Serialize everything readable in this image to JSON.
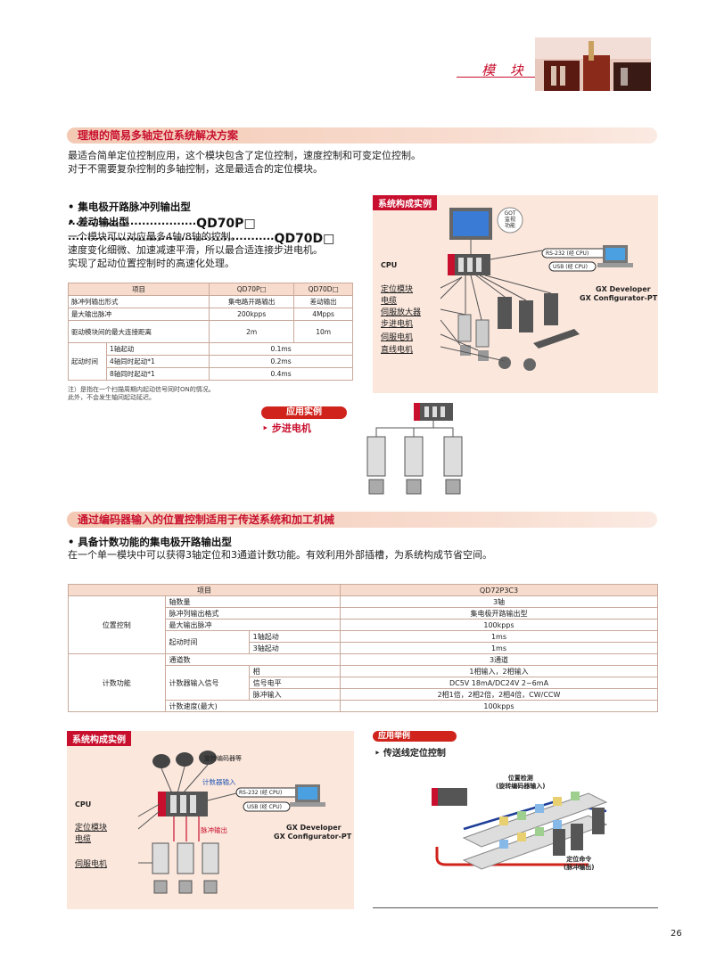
{
  "header": {
    "title": "模 块",
    "page_number": "26"
  },
  "section1": {
    "title": "理想的简易多轴定位系统解决方案",
    "intro": [
      "最适合简单定位控制应用，这个模块包含了定位控制，速度控制和可变定位控制。",
      "对于不需要复杂控制的多轴控制，这是最适合的定位模块。"
    ],
    "bullets": [
      {
        "label": "• 集电极开路脉冲列输出型·································",
        "model": "QD70P□"
      },
      {
        "label": "• 差动输出型·····················································",
        "model": "QD70D□"
      }
    ],
    "desc": [
      "一个模块可以对应最多4轴/8轴的控制。",
      "速度变化细微、加速减速平滑，所以最合适连接步进电机。",
      "实现了起动位置控制时的高速化处理。"
    ],
    "table": {
      "headers": [
        "项目",
        "QD70P□",
        "QD70D□"
      ],
      "rows": [
        {
          "item": "脉冲列输出形式",
          "p": "集电路开路输出",
          "d": "差动输出"
        },
        {
          "item": "最大输出脉冲",
          "p": "200kpps",
          "d": "4Mpps"
        },
        {
          "item": "驱动模块间的最大连接距离",
          "p": "2m",
          "d": "10m"
        }
      ],
      "start_label": "起动时间",
      "start_rows": [
        {
          "sub": "1轴起动",
          "val": "0.1ms"
        },
        {
          "sub": "4轴同时起动*1",
          "val": "0.2ms"
        },
        {
          "sub": "8轴同时起动*1",
          "val": "0.4ms"
        }
      ],
      "note": [
        "注）是指在一个扫描周期内起动信号同时ON的情况。",
        "此外，不会发生轴间起动延迟。"
      ]
    },
    "system": {
      "tag": "系统构成实例",
      "got": "GOT\n监视\n功能",
      "cpu": "CPU",
      "rs232": "RS-232 (经 CPU)",
      "usb": "USB (经 CPU)",
      "gx1": "GX Developer",
      "gx2": "GX Configurator-PT",
      "labels": [
        "定位模块",
        "电缆",
        "伺服放大器",
        "步进电机",
        "伺服电机",
        "直线电机"
      ]
    },
    "app": {
      "tag": "应用实例",
      "item": "‣ 步进电机"
    }
  },
  "section2": {
    "title": "通过编码器输入的位置控制适用于传送系统和加工机械",
    "bullet": "• 具备计数功能的集电极开路输出型",
    "desc": "在一个单一模块中可以获得3轴定位和3通道计数功能。有效利用外部插槽，为系统构成节省空间。",
    "table": {
      "headers": [
        "项目",
        "QD72P3C3"
      ],
      "groups": [
        {
          "name": "位置控制",
          "rows": [
            {
              "a": "轴数量",
              "b": "",
              "v": "3轴"
            },
            {
              "a": "脉冲列输出格式",
              "b": "",
              "v": "集电极开路输出型"
            },
            {
              "a": "最大输出脉冲",
              "b": "",
              "v": "100kpps"
            },
            {
              "a": "起动时间",
              "b": "1轴起动",
              "v": "1ms"
            },
            {
              "a": "",
              "b": "3轴起动",
              "v": "1ms"
            }
          ]
        },
        {
          "name": "计数功能",
          "rows": [
            {
              "a": "通道数",
              "b": "",
              "v": "3通道"
            },
            {
              "a": "计数器输入信号",
              "b": "相",
              "v": "1相输入，2相输入"
            },
            {
              "a": "",
              "b": "信号电平",
              "v": "DC5V 18mA/DC24V 2~6mA"
            },
            {
              "a": "",
              "b": "脉冲输入",
              "v": "2相1倍，2相2倍，2相4倍，CW/CCW"
            },
            {
              "a": "计数速度(最大)",
              "b": "",
              "v": "100kpps"
            }
          ]
        }
      ]
    },
    "system": {
      "tag": "系统构成实例",
      "encoder": "旋转编码器等",
      "counter": "计数器输入",
      "pulse": "脉冲输出",
      "cpu": "CPU",
      "rs232": "RS-232 (经 CPU)",
      "usb": "USB (经 CPU)",
      "gx1": "GX Developer",
      "gx2": "GX Configurator-PT",
      "labels": [
        "定位模块",
        "电缆",
        "伺服电机"
      ]
    },
    "app": {
      "tag": "应用举例",
      "item": "‣ 传送线定位控制",
      "detect": "位置检测\n(旋转编码器输入)",
      "command": "定位命令\n(脉冲输出)"
    }
  },
  "colors": {
    "accent": "#c8102e",
    "band": "#f3c9b4",
    "panel": "#fbe7dc"
  }
}
